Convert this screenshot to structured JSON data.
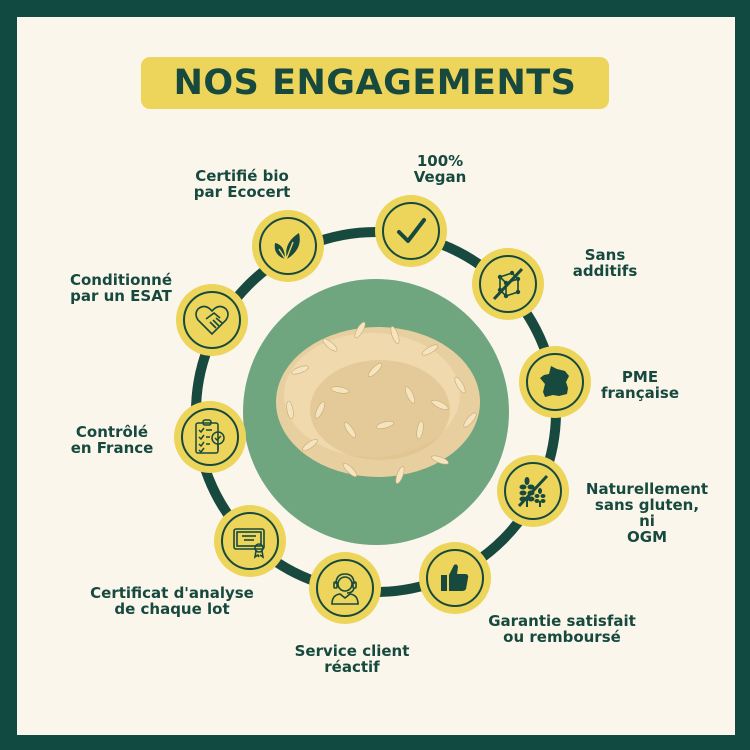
{
  "title": "NOS ENGAGEMENTS",
  "colors": {
    "frame": "#114a40",
    "background": "#faf6ec",
    "accent_yellow": "#ecd55a",
    "text_green": "#17493e",
    "center_circle": "#6fa67f"
  },
  "center_image": "rice-grains-pile",
  "engagements": [
    {
      "label": "100%\nVegan",
      "icon": "checkmark-icon"
    },
    {
      "label": "Sans\nadditifs",
      "icon": "crossed-molecule-cube-icon"
    },
    {
      "label": "PME\nfrançaise",
      "icon": "france-map-icon"
    },
    {
      "label": "Naturellement\nsans gluten, ni\nOGM",
      "icon": "crossed-wheat-icon"
    },
    {
      "label": "Garantie satisfait\nou remboursé",
      "icon": "thumbs-up-icon"
    },
    {
      "label": "Service client\nréactif",
      "icon": "headset-agent-icon"
    },
    {
      "label": "Certificat d'analyse\nde chaque lot",
      "icon": "certificate-icon"
    },
    {
      "label": "Contrôlé\nen France",
      "icon": "clipboard-checklist-icon"
    },
    {
      "label": "Conditionné\npar un ESAT",
      "icon": "heart-handshake-icon"
    },
    {
      "label": "Certifié bio\npar Ecocert",
      "icon": "leaves-icon"
    }
  ]
}
